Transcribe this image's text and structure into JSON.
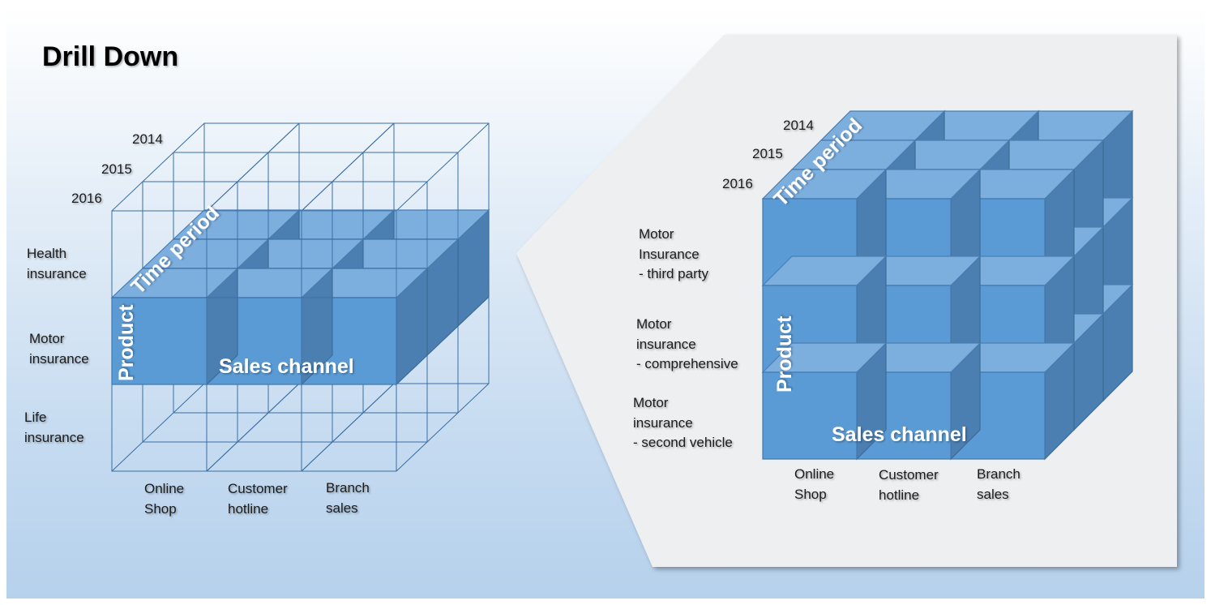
{
  "title": "Drill Down",
  "colors": {
    "front": "#5b9bd5",
    "top": "#7caede",
    "side": "#4b7fb2",
    "edge": "#3a6ea5",
    "panel": "#eeeff1"
  },
  "left_cube": {
    "years": [
      "2014",
      "2015",
      "2016"
    ],
    "products": [
      [
        "Health",
        "insurance"
      ],
      [
        "Motor",
        "insurance"
      ],
      [
        "Life",
        "insurance"
      ]
    ],
    "channels": [
      [
        "Online",
        "Shop"
      ],
      [
        "Customer",
        "hotline"
      ],
      [
        "Branch",
        "sales"
      ]
    ],
    "axis_time": "Time period",
    "axis_product": "Product",
    "axis_sales": "Sales channel"
  },
  "right_cube": {
    "years": [
      "2014",
      "2015",
      "2016"
    ],
    "products": [
      [
        "Motor",
        "Insurance",
        "- third party"
      ],
      [
        "Motor",
        "insurance",
        "- comprehensive"
      ],
      [
        "Motor",
        "insurance",
        "- second vehicle"
      ]
    ],
    "channels": [
      [
        "Online",
        "Shop"
      ],
      [
        "Customer",
        "hotline"
      ],
      [
        "Branch",
        "sales"
      ]
    ],
    "axis_time": "Time period",
    "axis_product": "Product",
    "axis_sales": "Sales channel"
  }
}
